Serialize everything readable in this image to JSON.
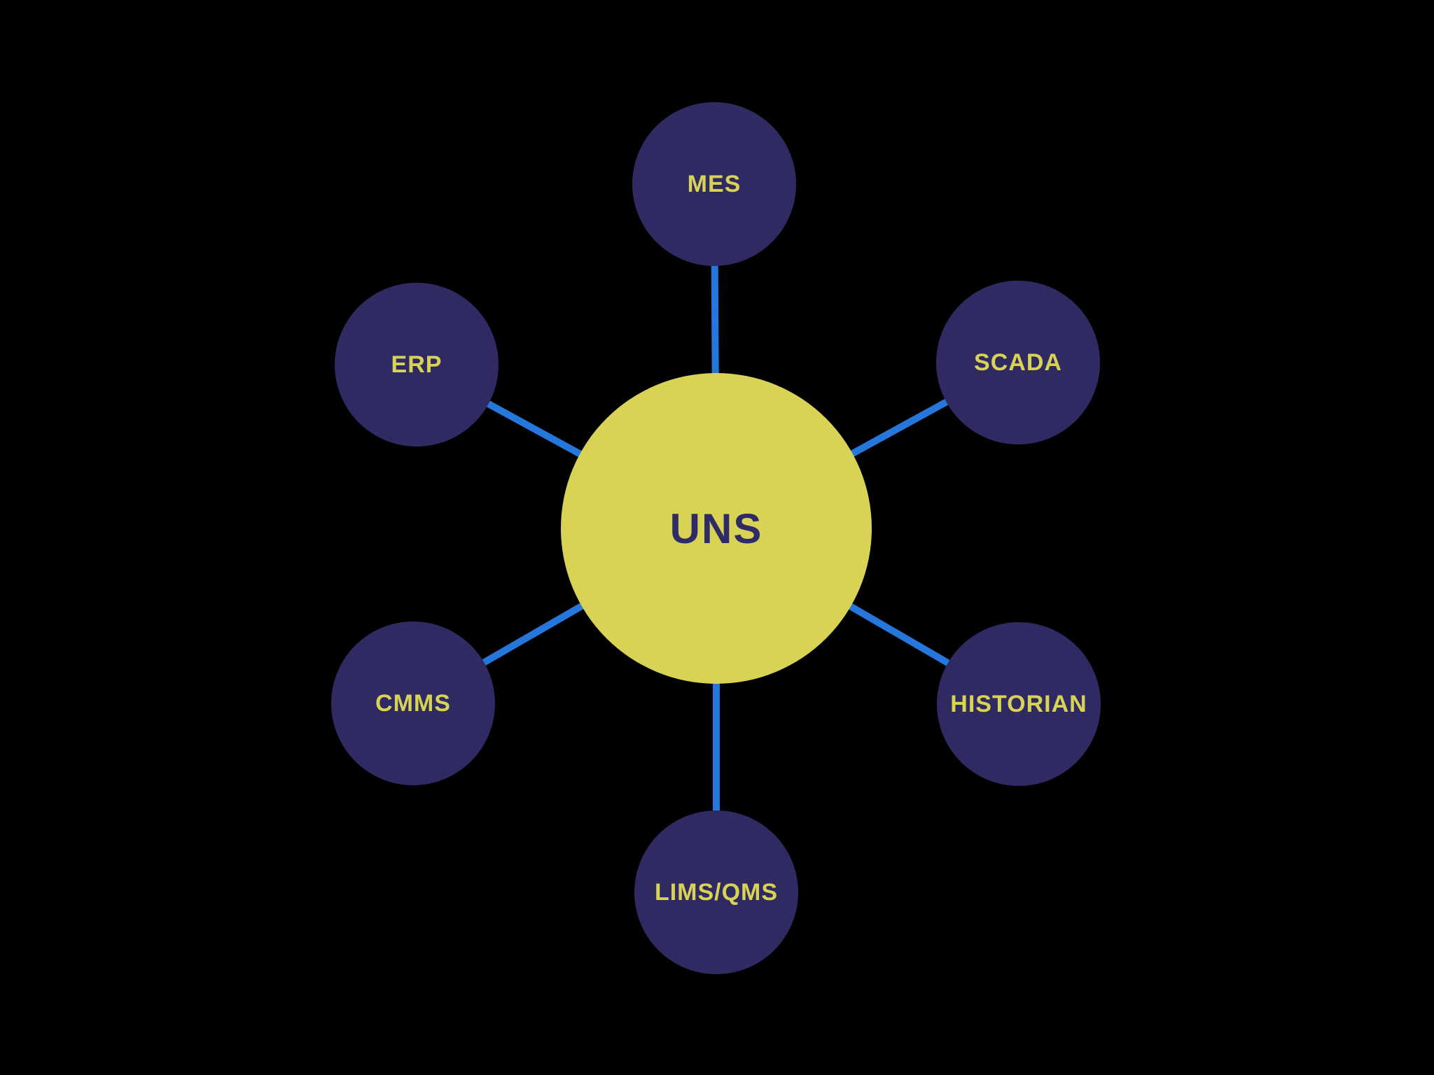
{
  "diagram": {
    "type": "hub-and-spoke",
    "hub": {
      "label": "UNS"
    },
    "satellites": [
      {
        "id": "mes",
        "label": "MES"
      },
      {
        "id": "erp",
        "label": "ERP"
      },
      {
        "id": "scada",
        "label": "SCADA"
      },
      {
        "id": "cmms",
        "label": "CMMS"
      },
      {
        "id": "historian",
        "label": "HISTORIAN"
      },
      {
        "id": "lims-qms",
        "label": "LIMS/QMS"
      }
    ],
    "connections": [
      {
        "from": "UNS",
        "to": "MES"
      },
      {
        "from": "UNS",
        "to": "ERP"
      },
      {
        "from": "UNS",
        "to": "SCADA"
      },
      {
        "from": "UNS",
        "to": "CMMS"
      },
      {
        "from": "UNS",
        "to": "HISTORIAN"
      },
      {
        "from": "UNS",
        "to": "LIMS/QMS"
      }
    ],
    "colors": {
      "background": "#000000",
      "hub_fill": "#d8d355",
      "hub_text": "#2f2b66",
      "satellite_fill": "#2f2b62",
      "satellite_text": "#d8d355",
      "connector": "#2577dc"
    }
  }
}
